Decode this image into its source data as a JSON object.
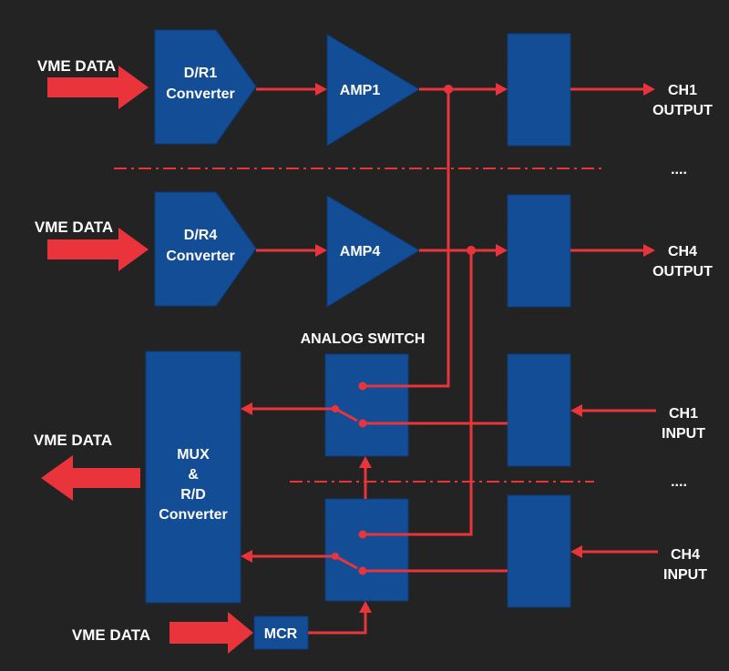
{
  "colors": {
    "background": "#232323",
    "block": "#124d96",
    "signal": "#e8343a",
    "text": "#ffffff"
  },
  "vme_data_in_1": "VME DATA",
  "vme_data_in_4": "VME DATA",
  "vme_data_out": "VME DATA",
  "vme_data_mcr": "VME DATA",
  "dr1": {
    "line1": "D/R1",
    "line2": "Converter"
  },
  "dr4": {
    "line1": "D/R4",
    "line2": "Converter"
  },
  "amp1": "AMP1",
  "amp4": "AMP4",
  "ch1_output": {
    "line1": "CH1",
    "line2": "OUTPUT"
  },
  "ch4_output": {
    "line1": "CH4",
    "line2": "OUTPUT"
  },
  "ch1_input": {
    "line1": "CH1",
    "line2": "INPUT"
  },
  "ch4_input": {
    "line1": "CH4",
    "line2": "INPUT"
  },
  "ellipsis_output": "....",
  "ellipsis_input": "....",
  "analog_switch": "ANALOG SWITCH",
  "mux": {
    "line1": "MUX",
    "line2": "&",
    "line3": "R/D",
    "line4": "Converter"
  },
  "mcr": "MCR"
}
